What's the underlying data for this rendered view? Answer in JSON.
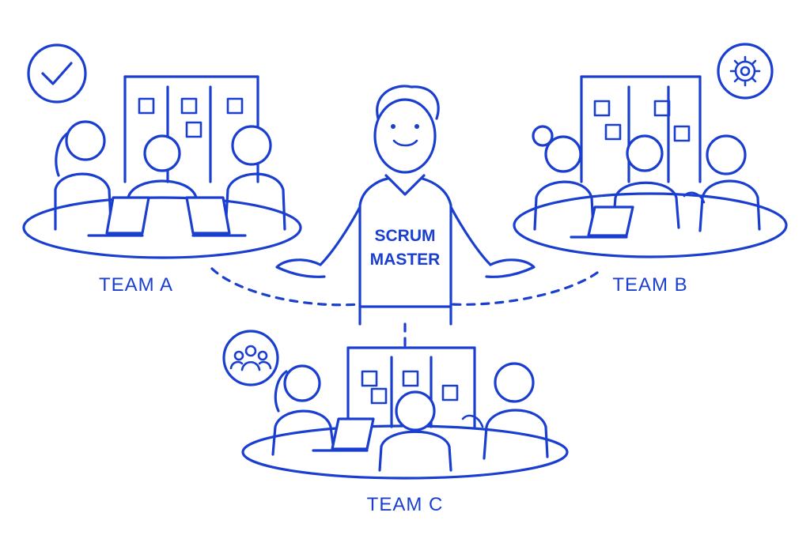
{
  "center": {
    "line1": "SCRUM",
    "line2": "MASTER"
  },
  "teams": [
    {
      "label": "TEAM A",
      "icon": "check-icon"
    },
    {
      "label": "TEAM B",
      "icon": "gear-icon"
    },
    {
      "label": "TEAM C",
      "icon": "people-icon"
    }
  ],
  "colors": {
    "stroke": "#1a3fd0",
    "background": "#ffffff"
  }
}
